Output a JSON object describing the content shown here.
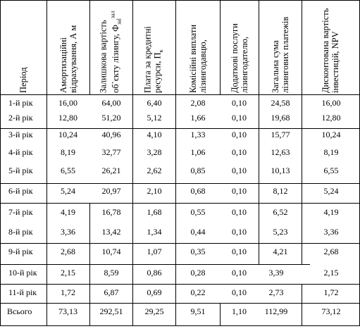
{
  "headers": {
    "period": "Період",
    "amort": "Амортизаційні відрахування, А м",
    "residual_main": "Залишкова вартість об`єкту лізингу, Ф",
    "residual_sub": "заl",
    "residual_sup": "зал",
    "credit_main": "Плата за кредитні ресурси, П",
    "credit_sub": "к",
    "commission": "Комісійні виплати лізингодавцю,",
    "extra": "Додаткові послуги лізингодателю,",
    "total": "Загальна сума лізингових платежів",
    "npv": "Дисконтована вартість інвестицій, NPV"
  },
  "rows": [
    {
      "period": "1-й рік",
      "amort": "16,00",
      "residual": "64,00",
      "credit": "6,40",
      "commission": "2,08",
      "extra": "0,10",
      "total": "24,58",
      "npv": "16,00"
    },
    {
      "period": "2-й рік",
      "amort": "12,80",
      "residual": "51,20",
      "credit": "5,12",
      "commission": "1,66",
      "extra": "0,10",
      "total": "19,68",
      "npv": "12,80"
    },
    {
      "period": "3-й рік",
      "amort": "10,24",
      "residual": "40,96",
      "credit": "4,10",
      "commission": "1,33",
      "extra": "0,10",
      "total": "15,77",
      "npv": "10,24"
    },
    {
      "period": "4-й рік",
      "amort": "8,19",
      "residual": "32,77",
      "credit": "3,28",
      "commission": "1,06",
      "extra": "0,10",
      "total": "12,63",
      "npv": "8,19"
    },
    {
      "period": "5-й рік",
      "amort": "6,55",
      "residual": "26,21",
      "credit": "2,62",
      "commission": "0,85",
      "extra": "0,10",
      "total": "10,13",
      "npv": "6,55"
    },
    {
      "period": "6-й рік",
      "amort": "5,24",
      "residual": "20,97",
      "credit": "2,10",
      "commission": "0,68",
      "extra": "0,10",
      "total": "8,12",
      "npv": "5,24"
    },
    {
      "period": "7-й рік",
      "amort": "4,19",
      "residual": "16,78",
      "credit": "1,68",
      "commission": "0,55",
      "extra": "0,10",
      "total": "6,52",
      "npv": "4,19"
    },
    {
      "period": "8-й рік",
      "amort": "3,36",
      "residual": "13,42",
      "credit": "1,34",
      "commission": "0,44",
      "extra": "0,10",
      "total": "5,23",
      "npv": "3,36"
    },
    {
      "period": "9-й рік",
      "amort": "2,68",
      "residual": "10,74",
      "credit": "1,07",
      "commission": "0,35",
      "extra": "0,10",
      "total": "4,21",
      "npv": "2,68"
    },
    {
      "period": "10-й рік",
      "amort": "2,15",
      "residual": "8,59",
      "credit": "0,86",
      "commission": "0,28",
      "extra": "0,10",
      "total": "3,39",
      "npv": "2,15"
    },
    {
      "period": "11-й рік",
      "amort": "1,72",
      "residual": "6,87",
      "credit": "0,69",
      "commission": "0,22",
      "extra": "0,10",
      "total": "2,73",
      "npv": "1,72"
    },
    {
      "period": "Всього",
      "amort": "73,13",
      "residual": "292,51",
      "credit": "29,25",
      "commission": "9,51",
      "extra": "1,10",
      "total": "112,99",
      "npv": "73,12"
    }
  ]
}
